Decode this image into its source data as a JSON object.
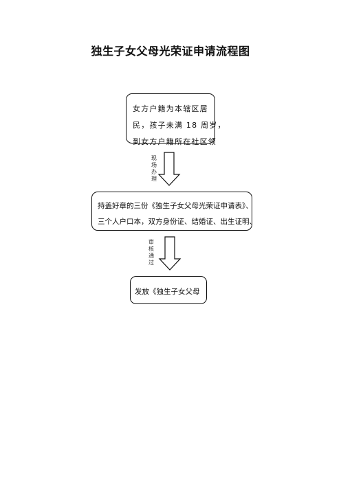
{
  "title": "独生子女父母光荣证申请流程图",
  "steps": [
    {
      "lines": [
        "女方户籍为本辖区居",
        "民，孩子未满 18 周岁，",
        "到女方户籍所在社区领"
      ]
    },
    {
      "lines": [
        "持盖好章的三份《独生子女父母光荣证申请表》、",
        "三个人户口本，双方身份证、结婚证、出生证明、"
      ]
    },
    {
      "lines": [
        "发放《独生子女父母"
      ]
    }
  ],
  "arrows": [
    {
      "label_chars": [
        "现",
        "场",
        "办",
        "理"
      ]
    },
    {
      "label_chars": [
        "审",
        "核",
        "通",
        "过"
      ]
    }
  ]
}
